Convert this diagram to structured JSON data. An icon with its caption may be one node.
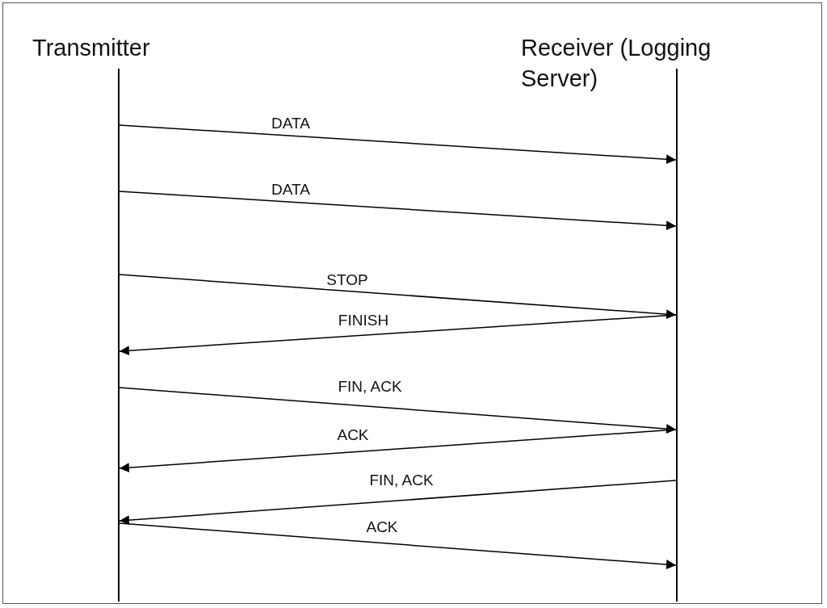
{
  "diagram": {
    "nodes": [
      {
        "text": [],
        "shape": "bar",
        "beside": [
          "Transmitter"
        ]
      },
      {
        "text": [],
        "shape": "bar",
        "beside": [
          "Receiver (Logging Server)"
        ]
      }
    ],
    "edges": [
      {
        "from": 0,
        "to": 1,
        "arrow": "to",
        "label": "DATA"
      },
      {
        "from": 0,
        "to": 1,
        "arrow": "to",
        "label": "DATA"
      },
      {
        "from": 0,
        "to": 1,
        "arrow": "to",
        "label": "STOP"
      },
      {
        "from": 1,
        "to": 0,
        "arrow": "to",
        "label": "FINISH"
      },
      {
        "from": 0,
        "to": 1,
        "arrow": "to",
        "label": "FIN, ACK"
      },
      {
        "from": 1,
        "to": 0,
        "arrow": "to",
        "label": "ACK"
      },
      {
        "from": 1,
        "to": 0,
        "arrow": "to",
        "label": "FIN, ACK"
      },
      {
        "from": 0,
        "to": 1,
        "arrow": "to",
        "label": "ACK"
      }
    ]
  }
}
